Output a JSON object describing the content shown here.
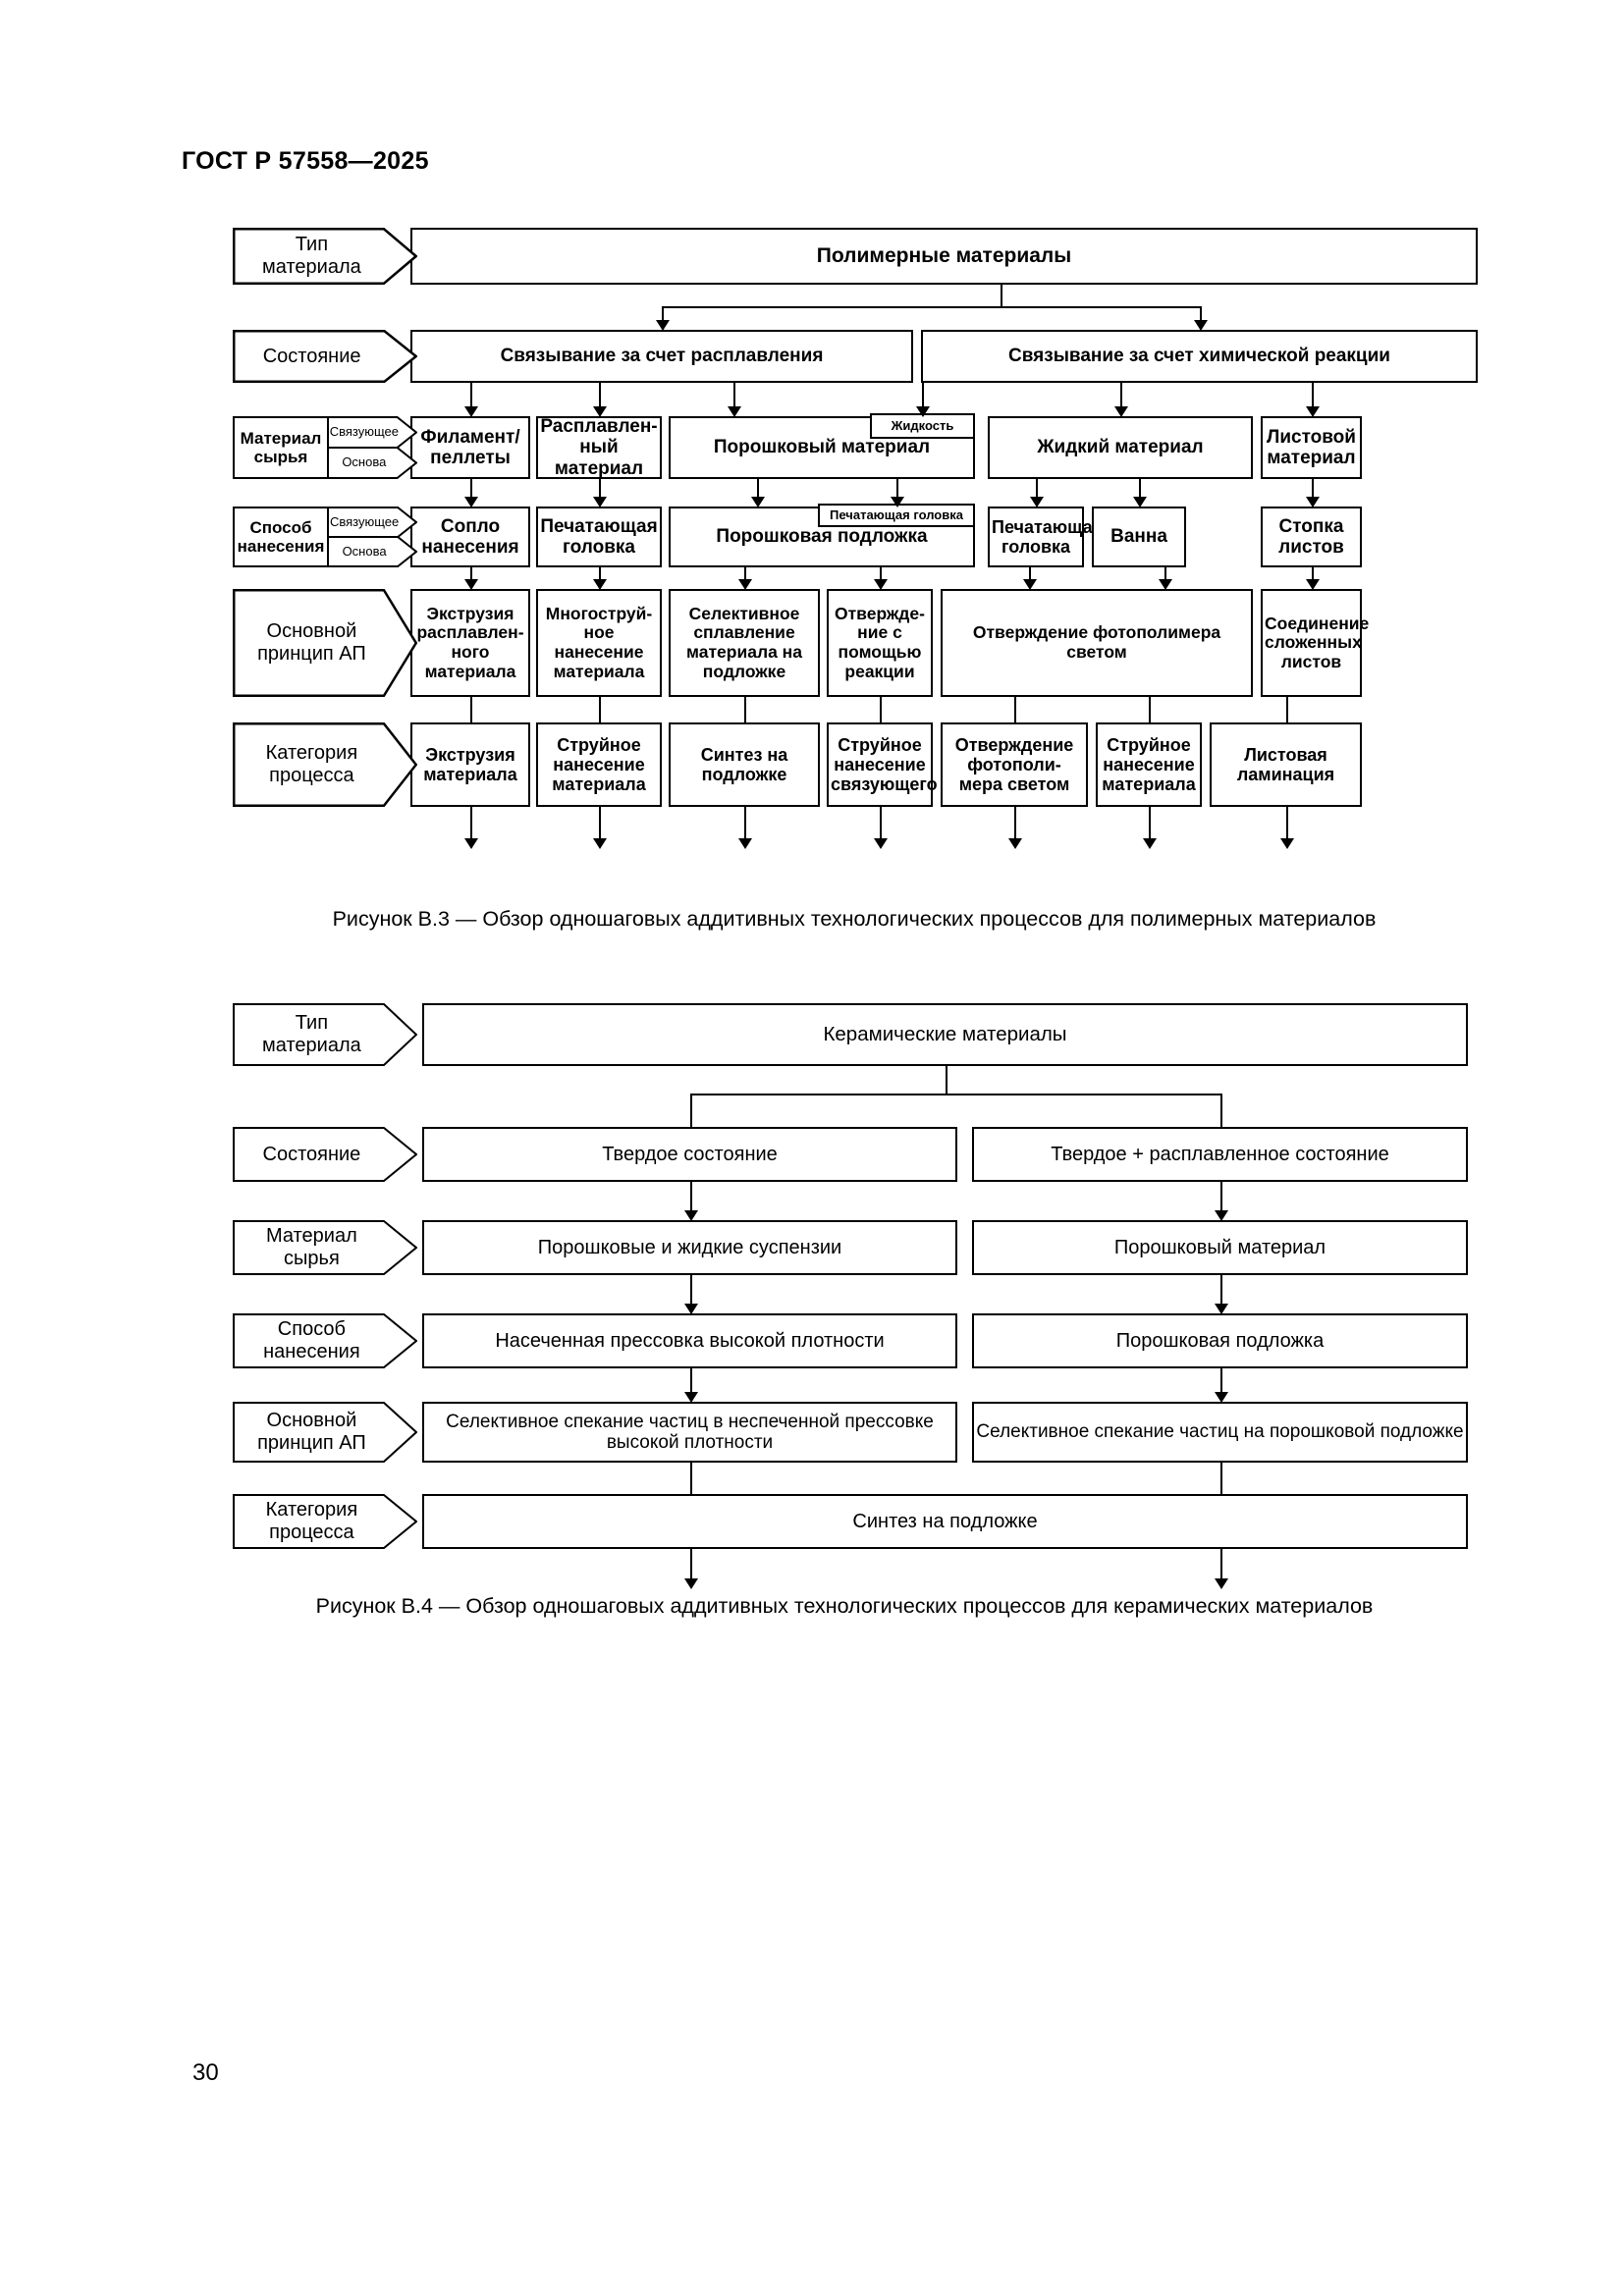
{
  "document": {
    "header": "ГОСТ Р 57558—2025",
    "page_number": "30"
  },
  "figure_b3": {
    "caption": "Рисунок В.3 — Обзор одношаговых аддитивных технологических процессов для полимерных материалов",
    "row_labels": [
      {
        "line1": "Тип",
        "line2": "материала"
      },
      {
        "line1": "Состояние",
        "line2": ""
      },
      {
        "line1": "Материал",
        "line2": "сырья",
        "sub1": "Связующее",
        "sub2": "Основа"
      },
      {
        "line1": "Способ",
        "line2": "нанесения",
        "sub1": "Связующее",
        "sub2": "Основа"
      },
      {
        "line1": "Основной",
        "line2": "принцип АП"
      },
      {
        "line1": "Категория",
        "line2": "процесса"
      }
    ],
    "material_type": "Полимерные материалы",
    "states": [
      "Связывание за счет расплавления",
      "Связывание за счет химической реакции"
    ],
    "feedstock": [
      "Филамент/ пеллеты",
      "Расплавлен- ный материал",
      "Порошковый материал",
      "Жидкость",
      "Жидкий материал",
      "Листовой материал"
    ],
    "deposition": [
      "Сопло нанесения",
      "Печатающая головка",
      "Порошковая подложка",
      "Печатающая головка",
      "Печатающая головка",
      "Ванна",
      "Стопка листов"
    ],
    "principles": [
      "Экструзия расплавлен- ного материала",
      "Многоструй- ное нанесение материала",
      "Селективное сплавление материала на подложке",
      "Отвержде- ние с помощью реакции",
      "Отверждение фотополимера светом",
      "Соединение сложенных листов"
    ],
    "categories": [
      "Экструзия материала",
      "Струйное нанесение материала",
      "Синтез на подложке",
      "Струйное нанесение связующего",
      "Отверждение фотополи- мера светом",
      "Струйное нанесение материала",
      "Листовая ламинация"
    ]
  },
  "figure_b4": {
    "caption": "Рисунок В.4 — Обзор одношаговых аддитивных технологических процессов для керамических материалов",
    "row_labels": [
      {
        "line1": "Тип",
        "line2": "материала"
      },
      {
        "line1": "Состояние",
        "line2": ""
      },
      {
        "line1": "Материал",
        "line2": "сырья"
      },
      {
        "line1": "Способ",
        "line2": "нанесения"
      },
      {
        "line1": "Основной",
        "line2": "принцип АП"
      },
      {
        "line1": "Категория",
        "line2": "процесса"
      }
    ],
    "material_type": "Керамические материалы",
    "states": [
      "Твердое состояние",
      "Твердое + расплавленное состояние"
    ],
    "feedstock": [
      "Порошковые и жидкие суспензии",
      "Порошковый материал"
    ],
    "deposition": [
      "Насеченная прессовка высокой плотности",
      "Порошковая подложка"
    ],
    "principles": [
      "Селективное спекание частиц в неспеченной прессовке высокой плотности",
      "Селективное спекание частиц на порошковой подложке"
    ],
    "category": "Синтез на подложке"
  }
}
